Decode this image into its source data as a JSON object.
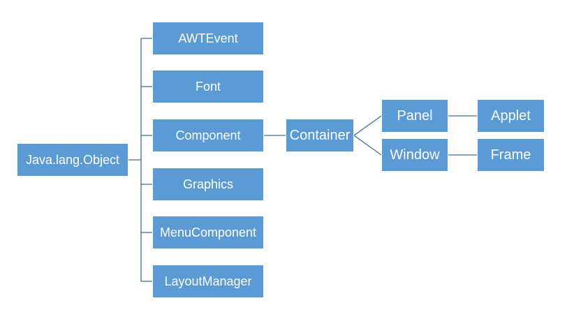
{
  "diagram": {
    "line_color": "#41719c",
    "box_color": "#5b9bd5",
    "text_color": "#ffffff",
    "nodes": {
      "root": "Java.lang.Object",
      "awtevent": "AWTEvent",
      "font": "Font",
      "component": "Component",
      "graphics": "Graphics",
      "menucomponent": "MenuComponent",
      "layoutmanager": "LayoutManager",
      "container": "Container",
      "panel": "Panel",
      "window": "Window",
      "applet": "Applet",
      "frame": "Frame"
    },
    "edges": [
      [
        "root",
        "awtevent"
      ],
      [
        "root",
        "font"
      ],
      [
        "root",
        "component"
      ],
      [
        "root",
        "graphics"
      ],
      [
        "root",
        "menucomponent"
      ],
      [
        "root",
        "layoutmanager"
      ],
      [
        "component",
        "container"
      ],
      [
        "container",
        "panel"
      ],
      [
        "container",
        "window"
      ],
      [
        "panel",
        "applet"
      ],
      [
        "window",
        "frame"
      ]
    ]
  }
}
